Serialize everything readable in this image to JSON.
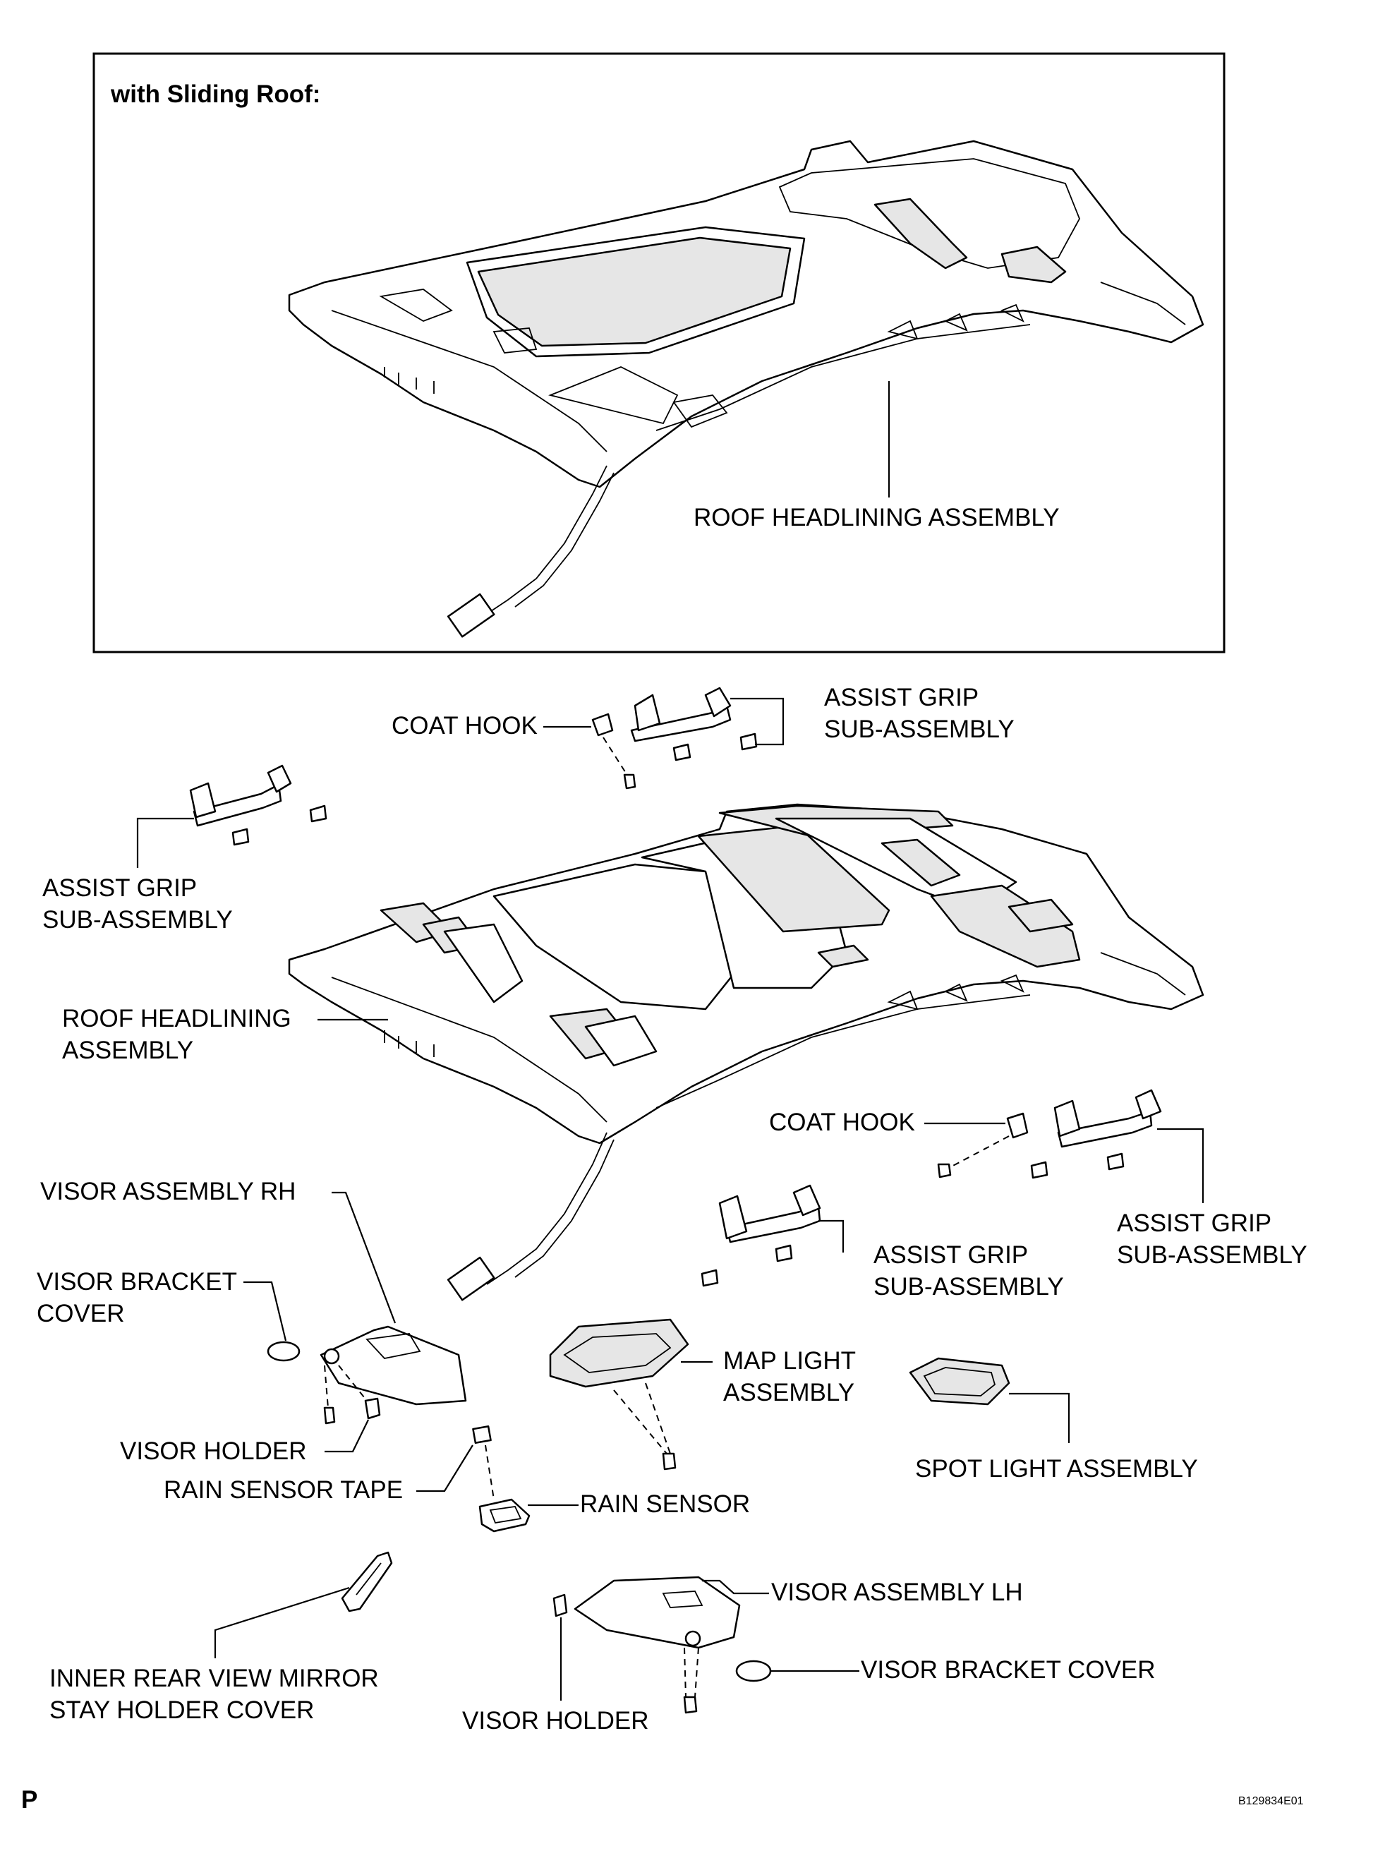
{
  "section": {
    "title": "with Sliding Roof:"
  },
  "labels": {
    "roof_headlining_top": "ROOF HEADLINING ASSEMBLY",
    "coat_hook_1": "COAT HOOK",
    "assist_grip_1": [
      "ASSIST GRIP",
      "SUB-ASSEMBLY"
    ],
    "assist_grip_2": [
      "ASSIST GRIP",
      "SUB-ASSEMBLY"
    ],
    "roof_headlining_2": [
      "ROOF HEADLINING",
      "ASSEMBLY"
    ],
    "coat_hook_2": "COAT HOOK",
    "visor_assembly_rh": "VISOR ASSEMBLY RH",
    "visor_bracket_cover_1": [
      "VISOR BRACKET",
      "COVER"
    ],
    "assist_grip_3": [
      "ASSIST GRIP",
      "SUB-ASSEMBLY"
    ],
    "assist_grip_4": [
      "ASSIST GRIP",
      "SUB-ASSEMBLY"
    ],
    "map_light": [
      "MAP LIGHT",
      "ASSEMBLY"
    ],
    "visor_holder_1": "VISOR HOLDER",
    "rain_sensor_tape": "RAIN SENSOR TAPE",
    "rain_sensor": "RAIN SENSOR",
    "spot_light": "SPOT LIGHT ASSEMBLY",
    "visor_assembly_lh": "VISOR ASSEMBLY LH",
    "visor_bracket_cover_2": "VISOR BRACKET COVER",
    "inner_rear_view_mirror": [
      "INNER REAR VIEW MIRROR",
      "STAY HOLDER COVER"
    ],
    "visor_holder_2": "VISOR HOLDER"
  },
  "footer": {
    "left": "P",
    "right": "B129834E01"
  }
}
